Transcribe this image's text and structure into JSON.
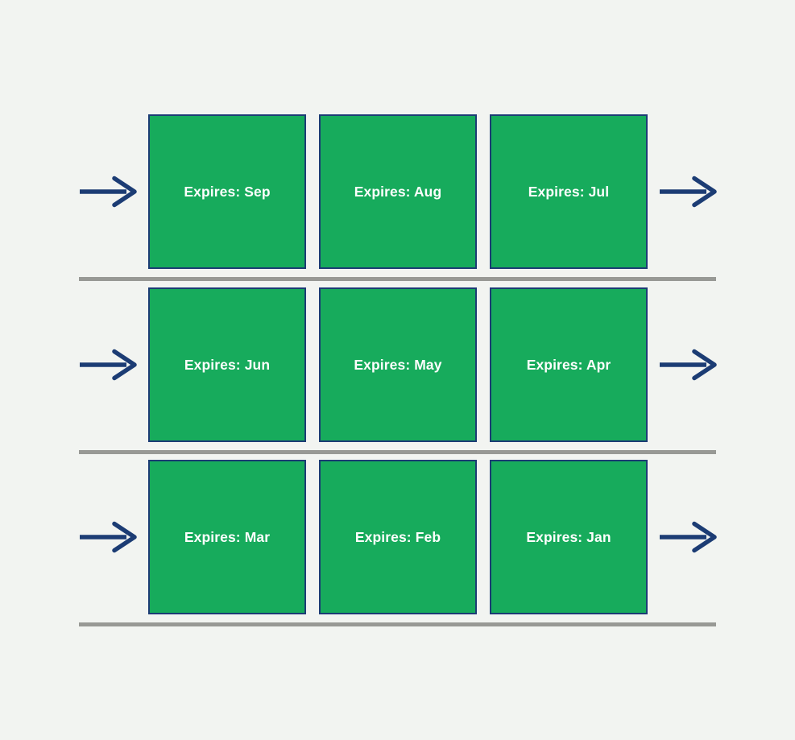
{
  "diagram": {
    "description": "Stock rotation shelf diagram: items flow left to right, ordered by expiry month",
    "rows": [
      {
        "boxes": [
          {
            "label": "Expires: Sep"
          },
          {
            "label": "Expires: Aug"
          },
          {
            "label": "Expires: Jul"
          }
        ]
      },
      {
        "boxes": [
          {
            "label": "Expires: Jun"
          },
          {
            "label": "Expires: May"
          },
          {
            "label": "Expires: Apr"
          }
        ]
      },
      {
        "boxes": [
          {
            "label": "Expires: Mar"
          },
          {
            "label": "Expires: Feb"
          },
          {
            "label": "Expires: Jan"
          }
        ]
      }
    ],
    "icons": {
      "row_inflow": "right-arrow-icon",
      "row_outflow": "right-arrow-icon"
    },
    "colors": {
      "background": "#f2f4f1",
      "box_fill": "#17ab5c",
      "box_border": "#1c3c74",
      "arrow": "#1c3c74",
      "shelf_line": "#989995",
      "label_text": "#fdfefd"
    }
  }
}
